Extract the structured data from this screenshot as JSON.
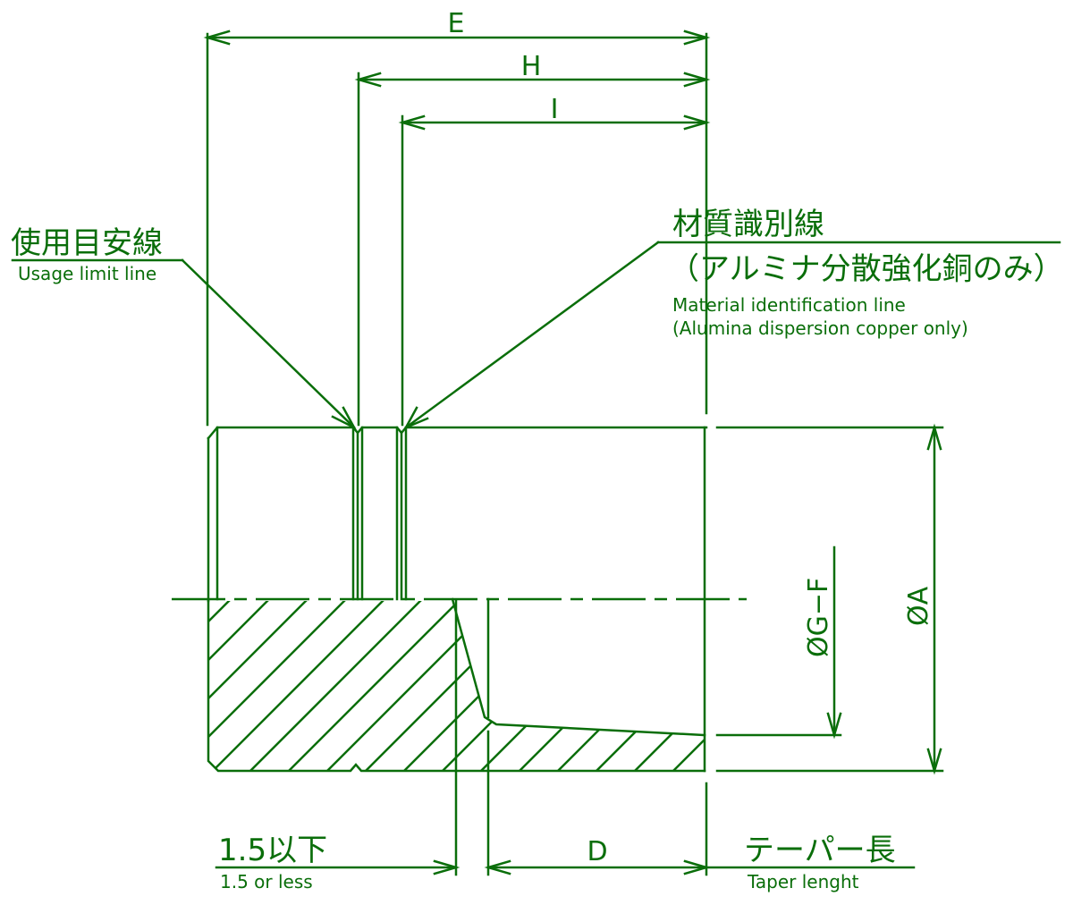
{
  "diagram": {
    "type": "technical-drawing",
    "subject": "Electrode tip cross-section with dimensions",
    "line_color": "#0a6e0a",
    "dimensions": {
      "E": "E",
      "H": "H",
      "I": "I",
      "D": "D",
      "phi_G_F": "ØG−F",
      "phi_A": "ØA"
    },
    "labels": {
      "usage_limit_jp": "使用目安線",
      "usage_limit_en": "Usage limit line",
      "material_id_jp": "材質識別線",
      "material_id_jp_sub": "（アルミナ分散強化銅のみ）",
      "material_id_en": "Material identification line",
      "material_id_en_sub": "(Alumina dispersion copper only)",
      "chamfer_jp": "1.5以下",
      "chamfer_en": "1.5 or less",
      "taper_jp": "テーパー長",
      "taper_en": "Taper lenght"
    }
  }
}
